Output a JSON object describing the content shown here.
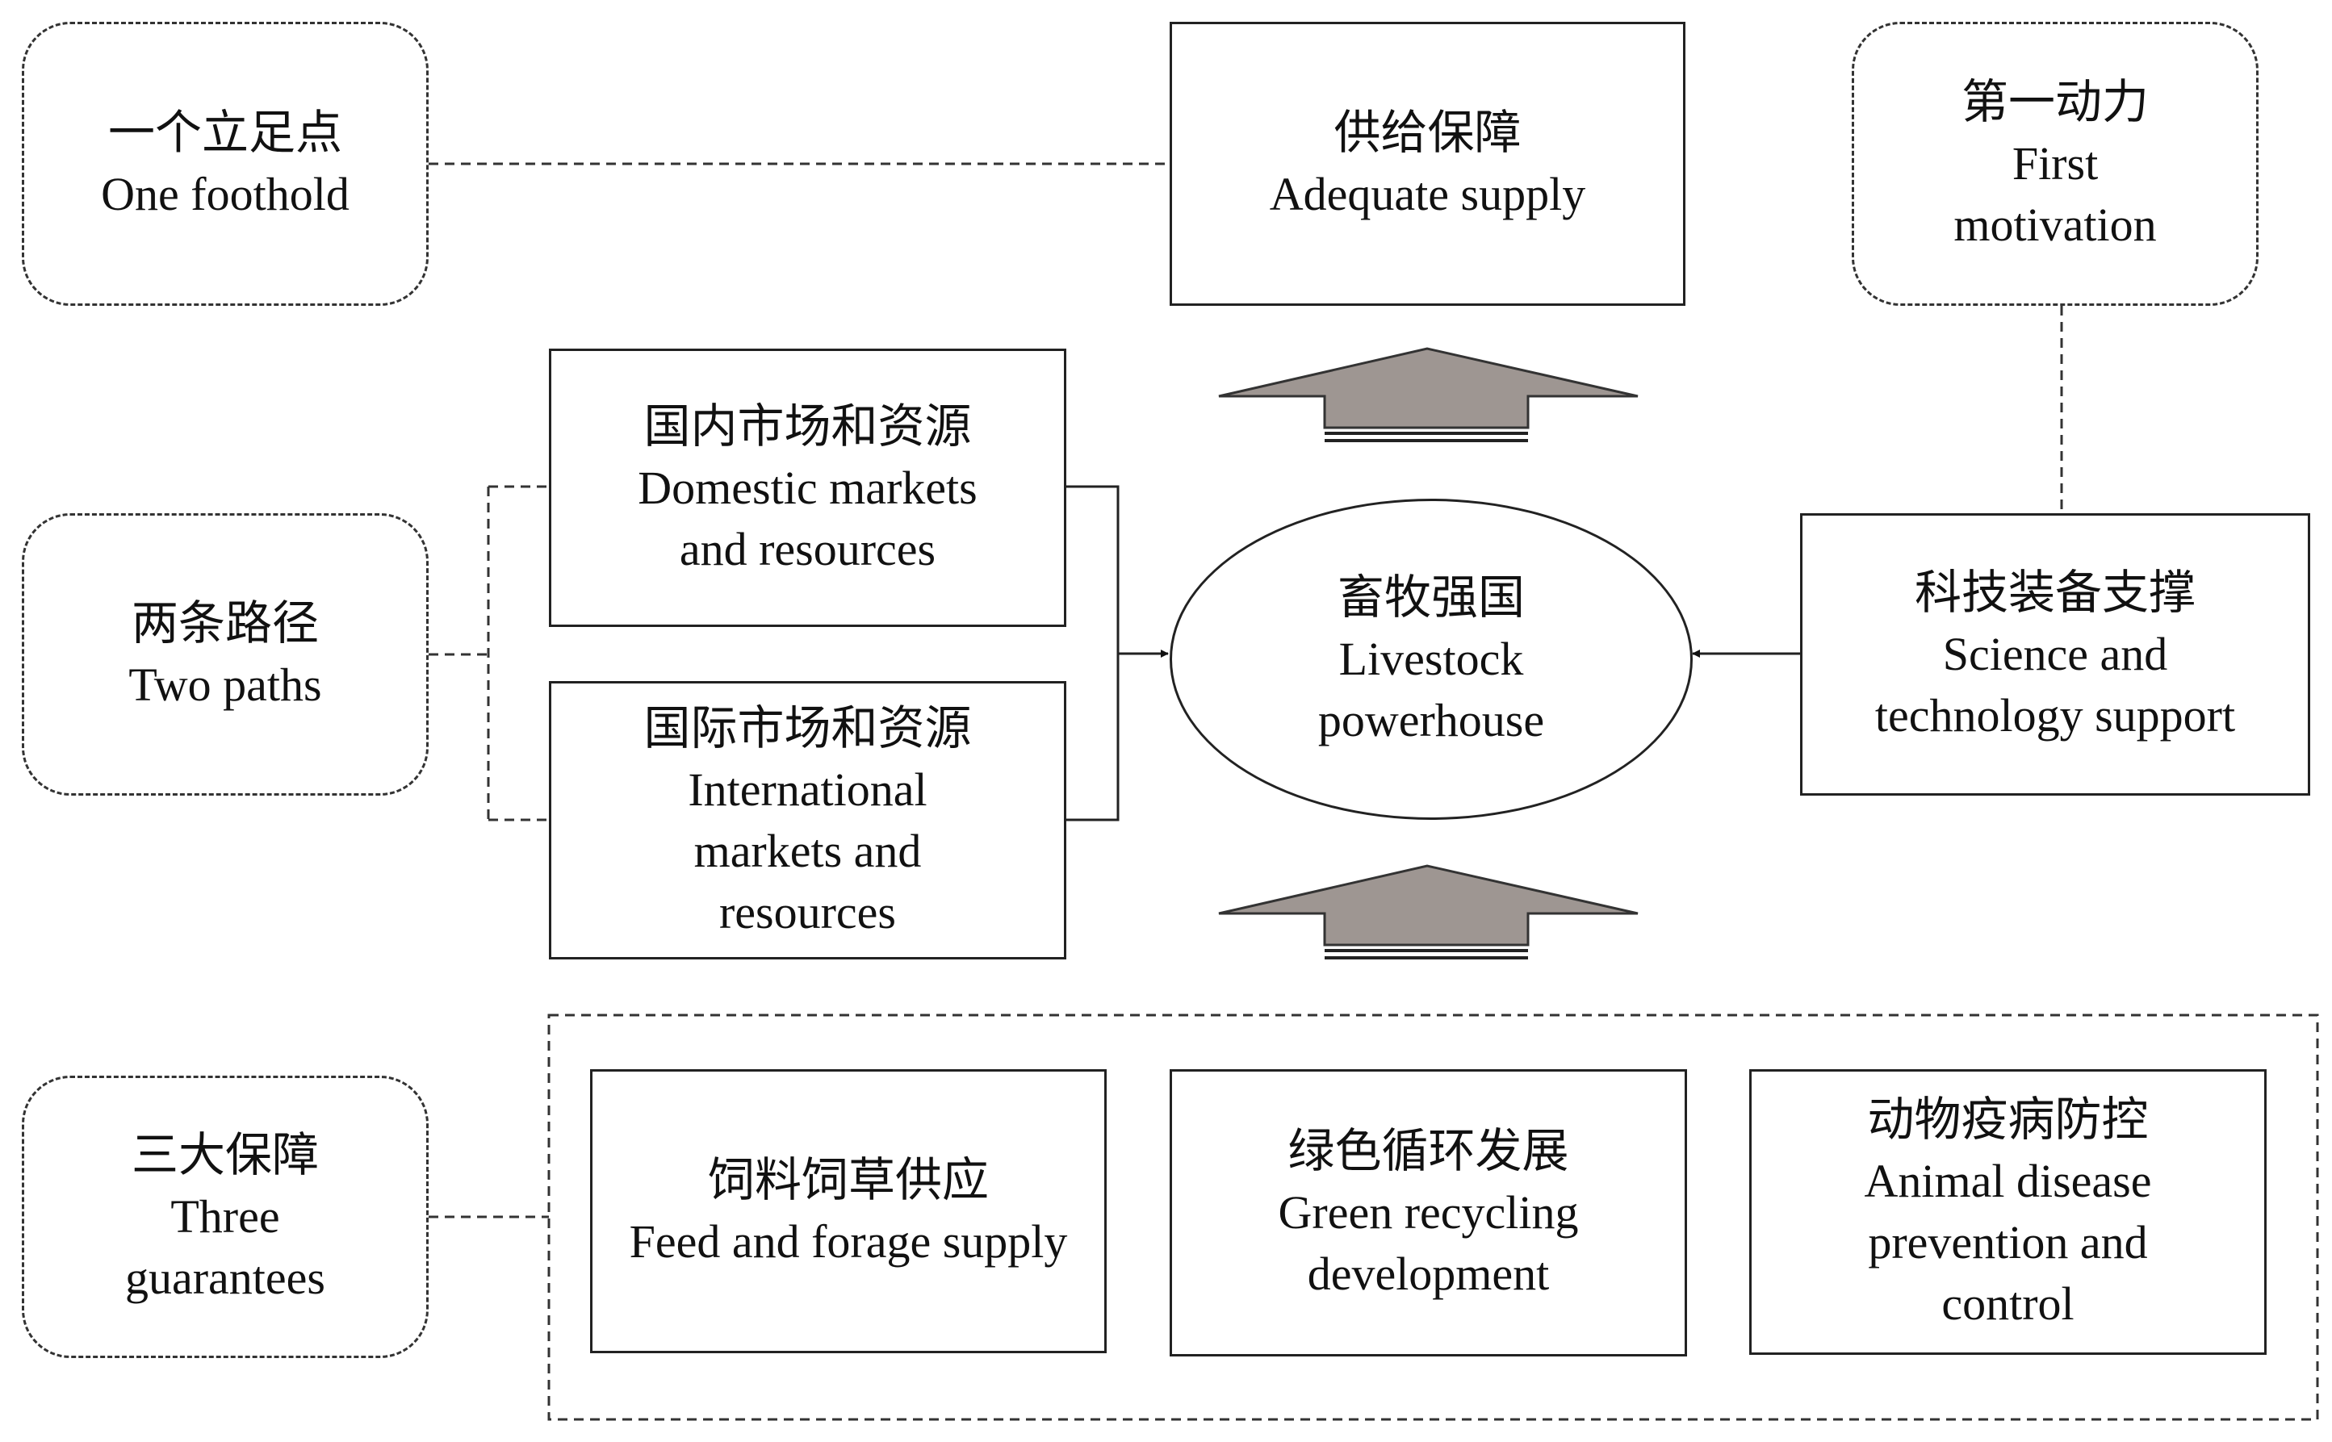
{
  "colors": {
    "line": "#222222",
    "arrow_fill": "#9e9692"
  },
  "center": {
    "zh": "畜牧强国",
    "en_lines": [
      "Livestock",
      "powerhouse"
    ]
  },
  "top": {
    "zh": "供给保障",
    "en_lines": [
      "Adequate supply"
    ]
  },
  "left_labels": [
    {
      "zh": "一个立足点",
      "en_lines": [
        "One foothold"
      ]
    },
    {
      "zh": "两条路径",
      "en_lines": [
        "Two paths"
      ]
    },
    {
      "zh": "三大保障",
      "en_lines": [
        "Three",
        "guarantees"
      ]
    }
  ],
  "paths": [
    {
      "zh": "国内市场和资源",
      "en_lines": [
        "Domestic markets",
        "and resources"
      ]
    },
    {
      "zh": "国际市场和资源",
      "en_lines": [
        "International",
        "markets and",
        "resources"
      ]
    }
  ],
  "right": {
    "motivation": {
      "zh": "第一动力",
      "en_lines": [
        "First",
        "motivation"
      ]
    },
    "support": {
      "zh": "科技装备支撑",
      "en_lines": [
        "Science and",
        "technology support"
      ]
    }
  },
  "guarantees": [
    {
      "zh": "饲料饲草供应",
      "en_lines": [
        "Feed and forage supply"
      ]
    },
    {
      "zh": "绿色循环发展",
      "en_lines": [
        "Green recycling",
        "development"
      ]
    },
    {
      "zh": "动物疫病防控",
      "en_lines": [
        "Animal disease",
        "prevention and",
        "control"
      ]
    }
  ]
}
